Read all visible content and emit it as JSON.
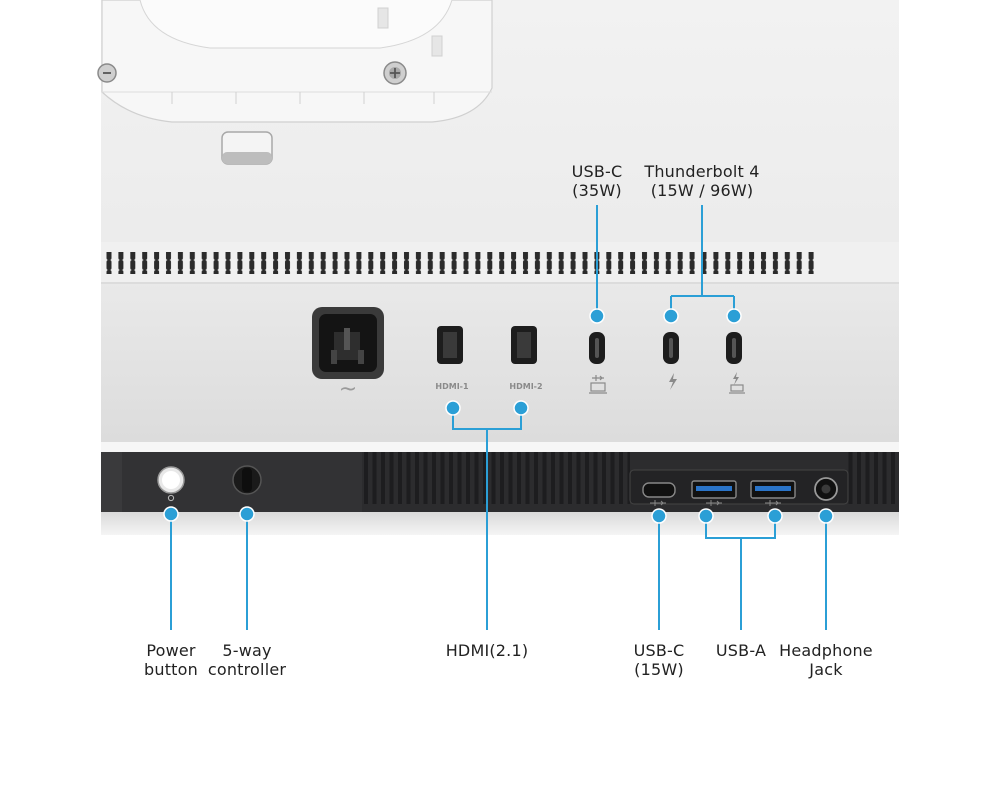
{
  "colors": {
    "accent": "#2b9fd6",
    "monitor_body": "#ececec",
    "io_strip": "#2c2c2e",
    "text": "#222222"
  },
  "labels": {
    "usbc_top": [
      "USB-C",
      "(35W)"
    ],
    "thunderbolt": [
      "Thunderbolt 4",
      "(15W / 96W)"
    ],
    "power": [
      "Power",
      "button"
    ],
    "controller": [
      "5-way",
      "controller"
    ],
    "hdmi": [
      "HDMI(2.1)"
    ],
    "usbc_bottom": [
      "USB-C",
      "(15W)"
    ],
    "usba": [
      "USB-A"
    ],
    "headphone": [
      "Headphone",
      "Jack"
    ]
  },
  "port_marks": {
    "hdmi1": "HDMI-1",
    "hdmi2": "HDMI-2",
    "ac": "~"
  },
  "icons": [
    "power-inlet-icon",
    "hdmi-port-icon",
    "usb-c-port-icon",
    "thunderbolt-icon",
    "usb-a-port-icon",
    "headphone-jack-icon",
    "power-button-icon",
    "joystick-icon",
    "screw-icon"
  ]
}
